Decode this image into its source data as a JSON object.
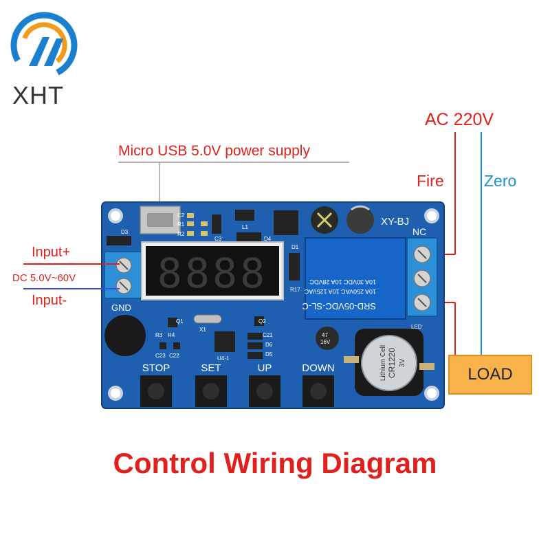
{
  "logo": {
    "text": "XHT"
  },
  "usb_label": "Micro USB 5.0V power supply",
  "ac": {
    "label": "AC 220V",
    "fire": "Fire",
    "zero": "Zero"
  },
  "input": {
    "plus": "Input+",
    "range": "DC 5.0V~60V",
    "minus": "Input-",
    "gnd": "GND"
  },
  "board": {
    "model": "XY-BJ",
    "nc": "NC",
    "led": "LED",
    "display": "8888",
    "relay_lines": [
      "SRD-05VDC-SL-C",
      "10A 250VAC  10A 125VAC",
      "10A 30VDC  10A 28VDC"
    ],
    "battery_lines": [
      "Lithium Cell",
      "CR1220",
      "3V"
    ],
    "cap_lines": [
      "47",
      "16V"
    ],
    "components": [
      "D3",
      "C2",
      "R1",
      "R2",
      "C3",
      "L1",
      "D4",
      "D1",
      "R17",
      "Q1",
      "X1",
      "Q2",
      "R3",
      "R4",
      "C23",
      "C22",
      "U4-1",
      "C21",
      "D6",
      "D5"
    ]
  },
  "buttons": [
    "STOP",
    "SET",
    "UP",
    "DOWN"
  ],
  "load": "LOAD",
  "title": "Control Wiring Diagram",
  "colors": {
    "board": "#1f5fb0",
    "accent_red": "#e0201c",
    "zero_blue": "#1b8fd8",
    "load": "#f7b24a"
  }
}
